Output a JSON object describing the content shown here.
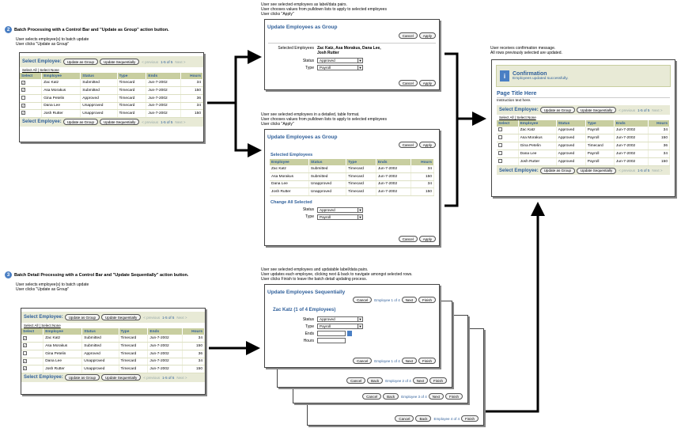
{
  "section2": {
    "num": "2",
    "title": "Batch Processing with a Control Bar and \"Update as Group\" action button.",
    "desc1": "User selects employee(s) to batch update",
    "desc2": "User clicks \"Update as Group\""
  },
  "section3": {
    "num": "3",
    "title": "Batch Detail Processing with a Control Bar and \"Update Sequentially\" action button.",
    "desc1": "User selects employee(s) to batch update",
    "desc2": "User clicks \"Update as Group\""
  },
  "list_panel": {
    "select_label": "Select Employee:",
    "update_group": "Update as Group",
    "update_seq": "Update Sequentially",
    "prev": "< previous",
    "range": "1-5 of 5",
    "next": "Next >",
    "select_all": "Select All",
    "select_none": "Select None",
    "headers": [
      "Select",
      "Employee",
      "Status",
      "Type",
      "Ends",
      "Hours"
    ],
    "rows": [
      {
        "check": "✓",
        "name": "Zac Katz",
        "status": "Submitted",
        "type": "Timecard",
        "ends": "Jun-7-2002",
        "hours": "34"
      },
      {
        "check": "✓",
        "name": "Asa Morakus",
        "status": "Submitted",
        "type": "Timecard",
        "ends": "Jun-7-2002",
        "hours": "150"
      },
      {
        "check": "",
        "name": "Gina Petelin",
        "status": "Approved",
        "type": "Timecard",
        "ends": "Jun-7-2002",
        "hours": "36"
      },
      {
        "check": "✓",
        "name": "Dana Lee",
        "status": "Unapproved",
        "type": "Timecard",
        "ends": "Jun-7-2002",
        "hours": "34"
      },
      {
        "check": "✓",
        "name": "Josh Rutter",
        "status": "Unapproved",
        "type": "Timecard",
        "ends": "Jun-7-2002",
        "hours": "150"
      }
    ]
  },
  "group_a": {
    "note": [
      "User see selected employees as label/data pairs.",
      "User chooses values from pulldown lists to apply to selected employees",
      "User clicks \"Apply\""
    ],
    "title": "Update Employees as Group",
    "cancel": "Cancel",
    "apply": "Apply",
    "sel_label": "Selected Employees",
    "sel_value1": "Zac Katz, Asa Morakus, Dana Lee,",
    "sel_value2": "Josh Rutter",
    "status_label": "Status",
    "status_value": "Approved",
    "type_label": "Type",
    "type_value": "Payroll"
  },
  "group_b": {
    "note": [
      "User see selected employees in a detailed, table format.",
      "User chooses values from pulldown lists to apply to selected employees",
      "User clicks \"Apply\""
    ],
    "title": "Update Employees as Group",
    "cancel": "Cancel",
    "apply": "Apply",
    "section_title": "Selected Employees",
    "headers": [
      "Employee",
      "Status",
      "Type",
      "Ends",
      "Hours"
    ],
    "rows": [
      {
        "name": "Zac Katz",
        "status": "Submitted",
        "type": "Timecard",
        "ends": "Jun-7-2002",
        "hours": "34"
      },
      {
        "name": "Asa Morakus",
        "status": "Submitted",
        "type": "Timecard",
        "ends": "Jun-7-2002",
        "hours": "150"
      },
      {
        "name": "Dana Lee",
        "status": "Unapproved",
        "type": "Timecard",
        "ends": "Jun-7-2002",
        "hours": "34"
      },
      {
        "name": "Josh Rutter",
        "status": "Unapproved",
        "type": "Timecard",
        "ends": "Jun-7-2002",
        "hours": "150"
      }
    ],
    "change_title": "Change All Selected",
    "status_label": "Status",
    "status_value": "Approved",
    "type_label": "Type",
    "type_value": "Payroll"
  },
  "confirm": {
    "note": [
      "User receives confirmation message.",
      "All rows previously selected are updated."
    ],
    "title": "Confirmation",
    "message": "Employees updated successfully.",
    "page_title": "Page Title Here",
    "instruction": "Instruction text here.",
    "select_label": "Select Employee:",
    "update_group": "Update as Group",
    "update_seq": "Update Sequentially",
    "prev": "< previous",
    "range": "1-5 of 5",
    "next": "Next >",
    "select_all": "Select All",
    "select_none": "Select None",
    "headers": [
      "Select",
      "Employee",
      "Status",
      "Type",
      "Ends",
      "Hours"
    ],
    "rows": [
      {
        "name": "Zac Katz",
        "status": "Approved",
        "type": "Payroll",
        "ends": "Jun-7-2002",
        "hours": "34"
      },
      {
        "name": "Asa Morakus",
        "status": "Approved",
        "type": "Payroll",
        "ends": "Jun-7-2002",
        "hours": "150"
      },
      {
        "name": "Gina Petelin",
        "status": "Approved",
        "type": "Timecard",
        "ends": "Jun-7-2002",
        "hours": "36"
      },
      {
        "name": "Dana Lee",
        "status": "Approved",
        "type": "Payroll",
        "ends": "Jun-7-2002",
        "hours": "34"
      },
      {
        "name": "Josh Rutter",
        "status": "Approved",
        "type": "Payroll",
        "ends": "Jun-7-2002",
        "hours": "150"
      }
    ]
  },
  "seq": {
    "note": [
      "User see selected employees and updatable label/data pairs.",
      "User updates each employee, clicking next & back to navigate amongst selected rows.",
      "User clicks Finish to leave the batch detail updating process."
    ],
    "title": "Update Employees Sequentially",
    "cancel": "Cancel",
    "back": "Back",
    "next": "Next",
    "finish": "Finish",
    "emp_title": "Zac Katz (1 of 4 Employees)",
    "status_label": "Status",
    "status_value": "Approved",
    "type_label": "Type",
    "type_value": "Payroll",
    "ends_label": "Ends",
    "hours_label": "Hours",
    "pager1": "Employee 1 of 4",
    "pager2": "Employee 2 of 4",
    "pager3": "Employee 3 of 4",
    "pager4": "Employee 4 of 4"
  }
}
